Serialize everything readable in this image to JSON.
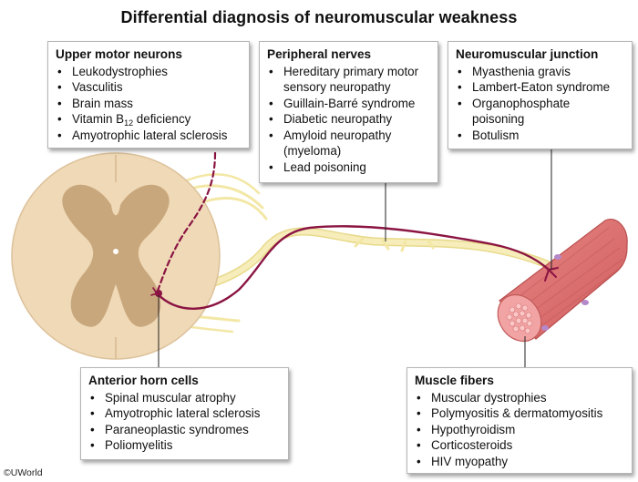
{
  "title": "Differential diagnosis of neuromuscular weakness",
  "copyright": "©UWorld",
  "colors": {
    "gray_matter": "#c9a77c",
    "white_matter": "#efd9b7",
    "nerve": "#f3e7a5",
    "axon": "#8b1442",
    "muscle": "#e27373"
  },
  "boxes": {
    "upper_motor_neurons": {
      "heading": "Upper motor neurons",
      "items": [
        "Leukodystrophies",
        "Vasculitis",
        "Brain mass"
      ],
      "vitamin": {
        "prefix": "Vitamin B",
        "sub": "12",
        "suffix": " deficiency"
      },
      "last": "Amyotrophic lateral sclerosis"
    },
    "peripheral_nerves": {
      "heading": "Peripheral nerves",
      "items": [
        "Hereditary primary motor sensory neuropathy",
        "Guillain-Barré syndrome",
        "Diabetic neuropathy",
        "Amyloid neuropathy (myeloma)",
        "Lead poisoning"
      ]
    },
    "neuromuscular_junction": {
      "heading": "Neuromuscular junction",
      "items": [
        "Myasthenia gravis",
        "Lambert-Eaton syndrome",
        "Organophosphate poisoning",
        "Botulism"
      ]
    },
    "anterior_horn_cells": {
      "heading": "Anterior horn cells",
      "items": [
        "Spinal muscular atrophy",
        "Amyotrophic lateral sclerosis",
        "Paraneoplastic syndromes",
        "Poliomyelitis"
      ]
    },
    "muscle_fibers": {
      "heading": "Muscle fibers",
      "items": [
        "Muscular dystrophies",
        "Polymyositis & dermatomyositis",
        "Hypothyroidism",
        "Corticosteroids",
        "HIV myopathy"
      ]
    }
  }
}
